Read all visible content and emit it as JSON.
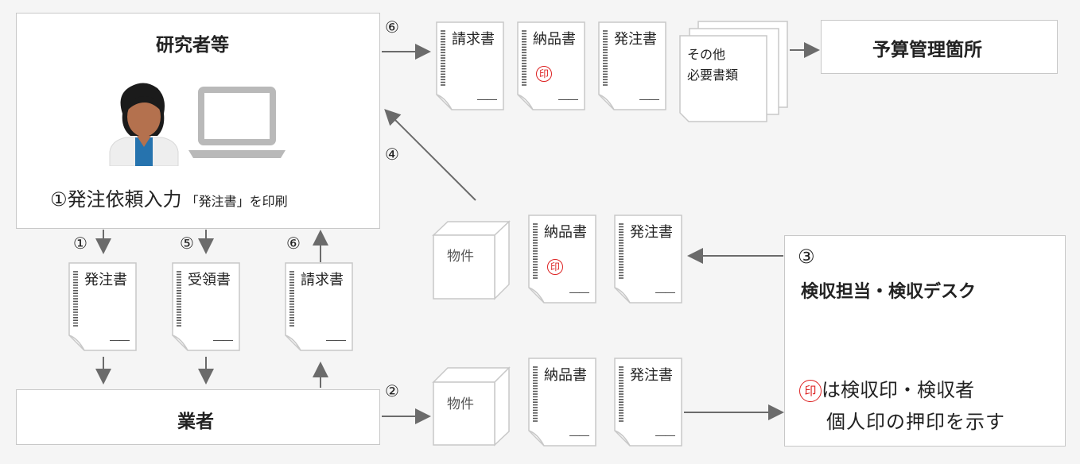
{
  "researcher": {
    "title": "研究者等",
    "step_num": "①",
    "step_text": "発注依頼入力",
    "step_note": "「発注書」を印刷"
  },
  "budget": {
    "title": "予算管理箇所"
  },
  "vendor": {
    "title": "業者"
  },
  "inspection": {
    "num": "③",
    "title": "検収担当・検収デスク",
    "legend_stamp": "印",
    "legend_line1": "は検収印・検収者",
    "legend_line2": "個人印の押印を示す"
  },
  "steps": {
    "s1": "①",
    "s2": "②",
    "s4": "④",
    "s5": "⑤",
    "s6a": "⑥",
    "s6b": "⑥"
  },
  "docs": {
    "top_invoice": "請求書",
    "top_delivery": "納品書",
    "top_order": "発注書",
    "mid_delivery": "納品書",
    "mid_order": "発注書",
    "bot_delivery": "納品書",
    "bot_order": "発注書",
    "left_order": "発注書",
    "left_receipt": "受領書",
    "left_invoice": "請求書",
    "stamp": "印",
    "dash": "――"
  },
  "other_docs": {
    "line1": "その他",
    "line2": "必要書類"
  },
  "goods": {
    "mid": "物件",
    "bot": "物件"
  },
  "colors": {
    "arrow": "#6b6b6b",
    "stamp": "#dd2222",
    "border": "#c8c8c8"
  }
}
